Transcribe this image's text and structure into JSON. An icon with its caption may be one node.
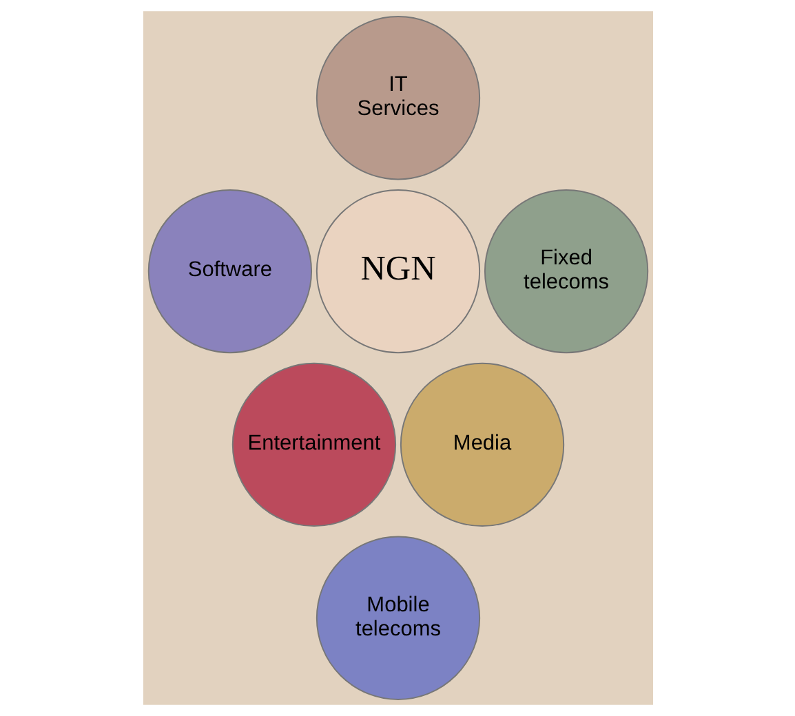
{
  "diagram": {
    "nodes": [
      {
        "text": [
          "IT Services"
        ]
      },
      {
        "text": [
          "Fixed telecoms"
        ]
      },
      {
        "text": [
          "Software"
        ]
      },
      {
        "text": [
          "NGN"
        ]
      },
      {
        "text": [
          "Media"
        ]
      },
      {
        "text": [
          "Entertainment"
        ]
      },
      {
        "text": [
          "Mobile telecoms"
        ]
      }
    ]
  }
}
